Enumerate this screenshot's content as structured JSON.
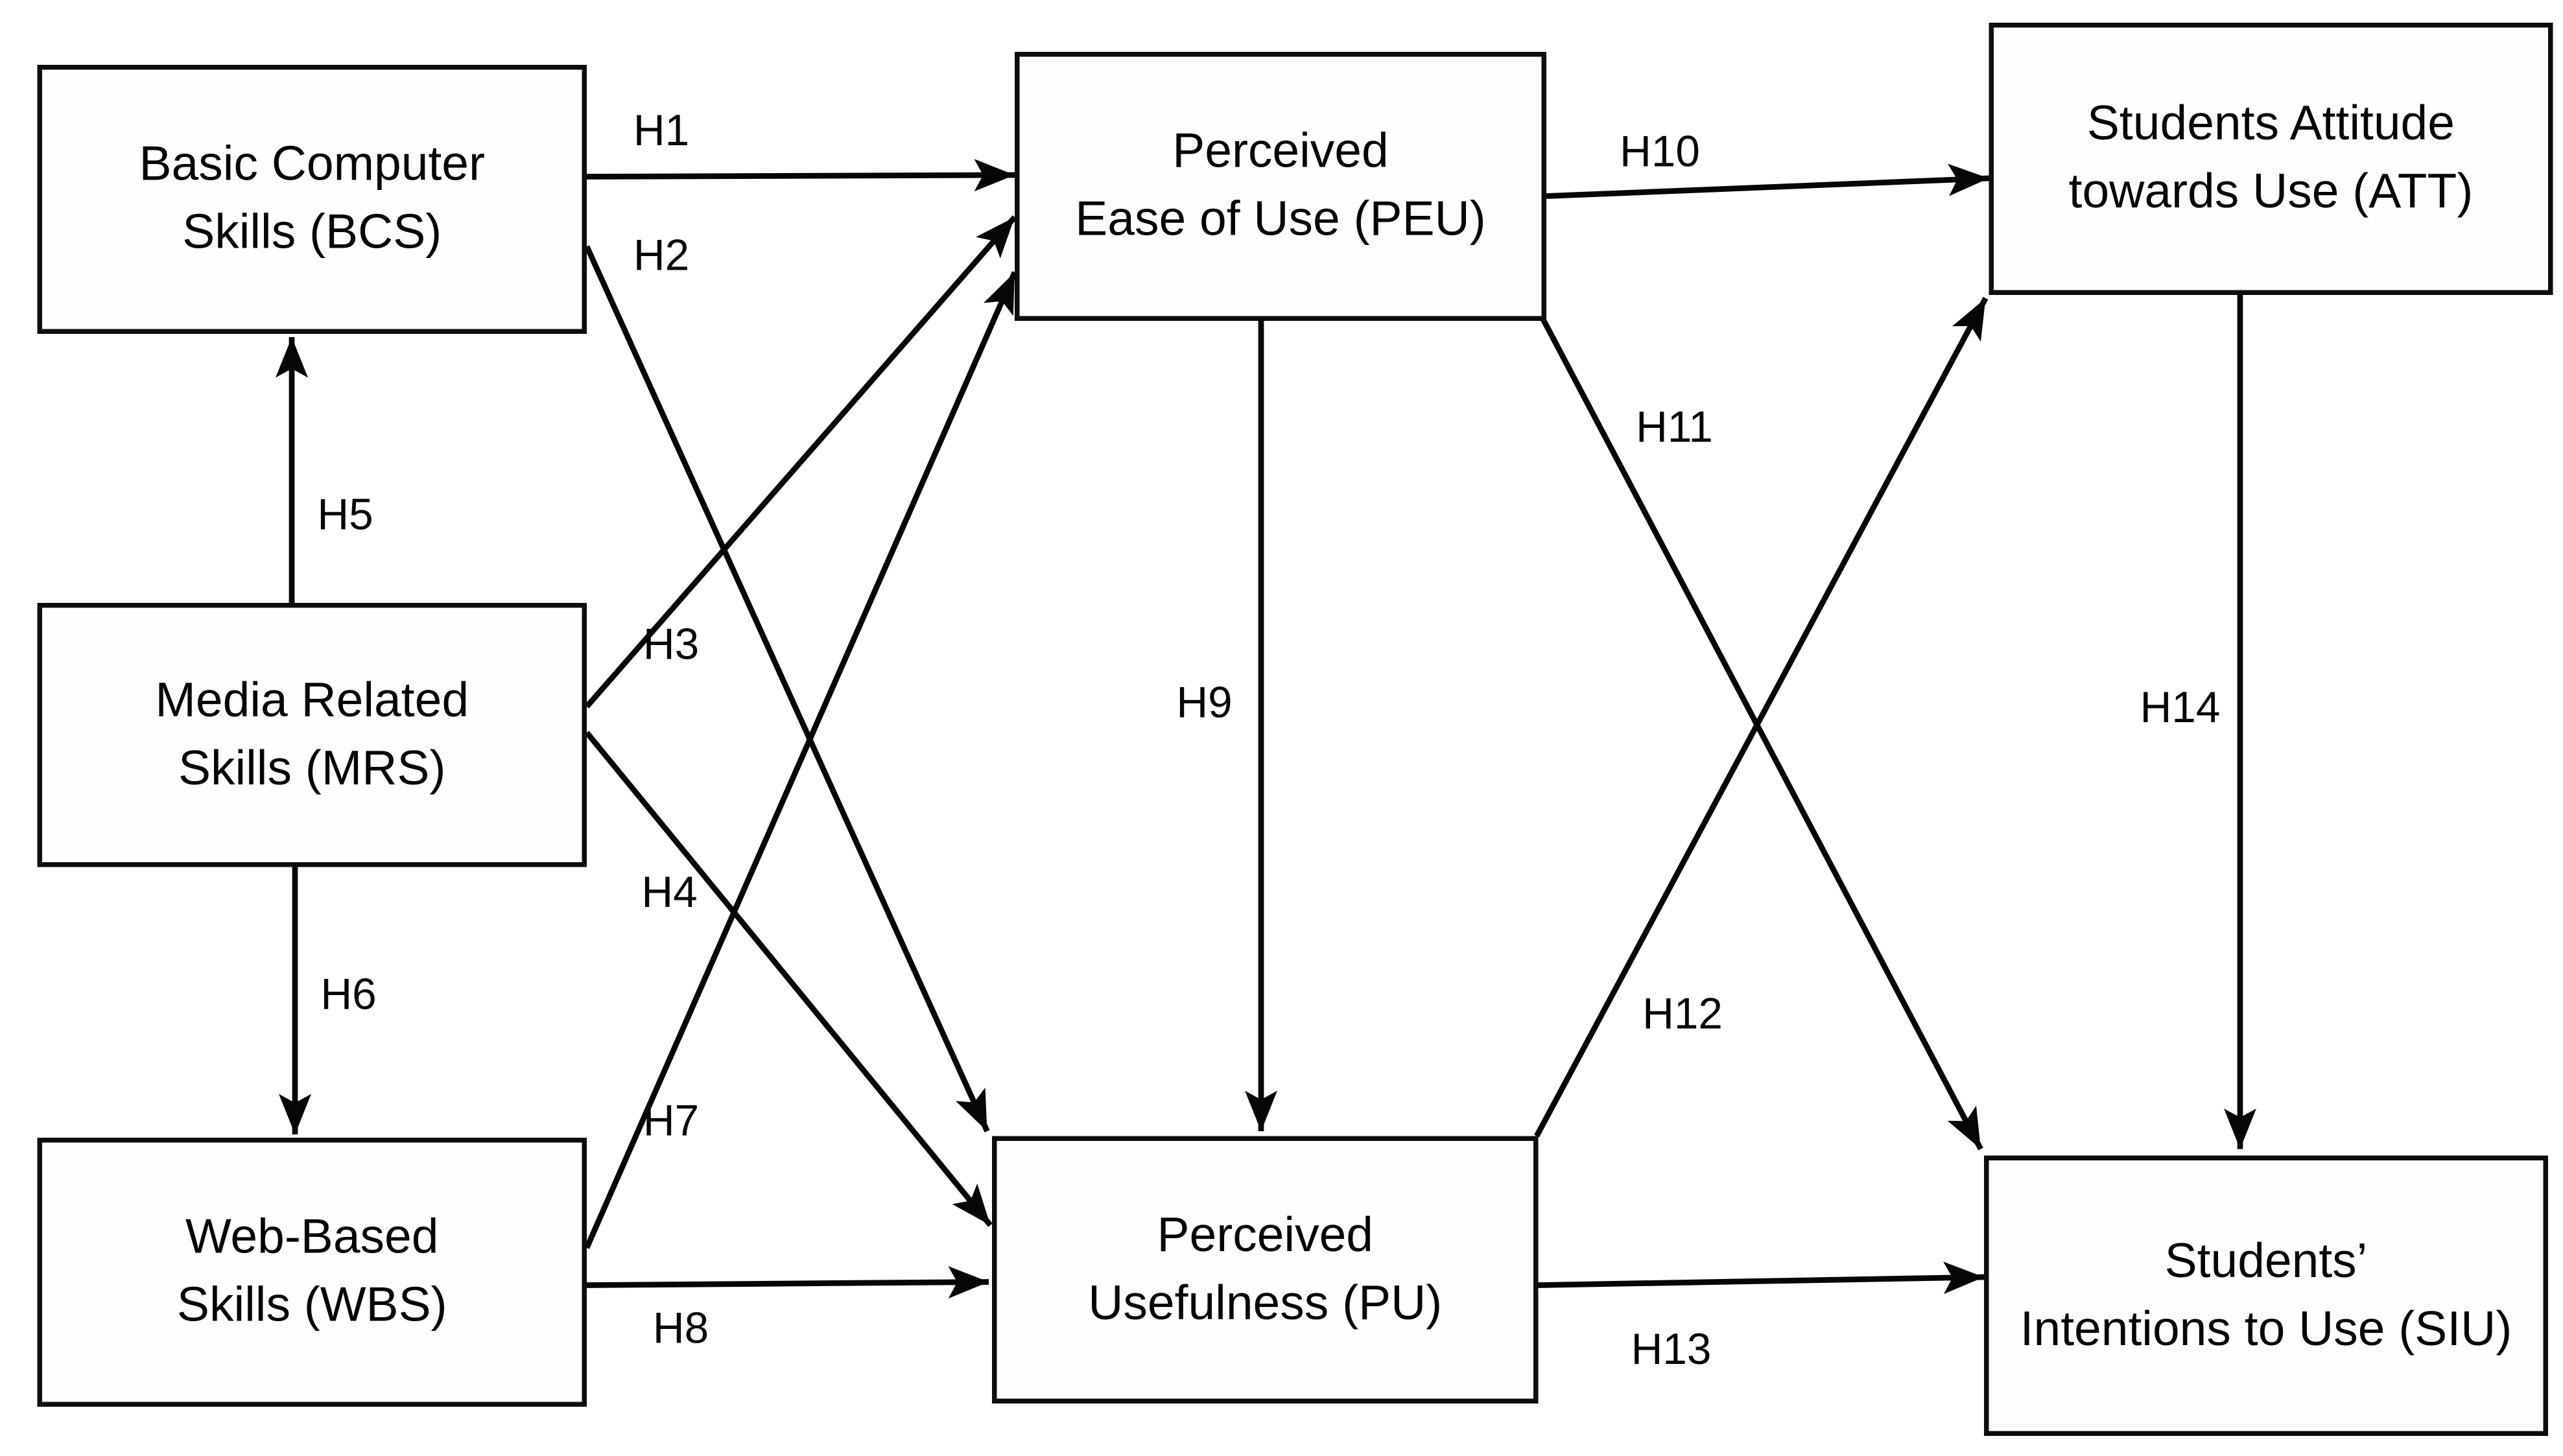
{
  "page": {
    "type": "path-model-diagram",
    "colors": {
      "ink": "#000000",
      "box_border": "#0d0d0d",
      "background": "#ffffff"
    }
  },
  "diagram": {
    "nodes": {
      "bcs": {
        "line1": "Basic Computer",
        "line2": "Skills (BCS)"
      },
      "mrs": {
        "line1": "Media Related",
        "line2": "Skills (MRS)"
      },
      "wbs": {
        "line1": "Web-Based",
        "line2": "Skills (WBS)"
      },
      "peu": {
        "line1": "Perceived",
        "line2": "Ease of Use (PEU)"
      },
      "pu": {
        "line1": "Perceived",
        "line2": "Usefulness (PU)"
      },
      "att": {
        "line1": "Students Attitude",
        "line2": "towards Use (ATT)"
      },
      "siu": {
        "line1": "Students’",
        "line2": "Intentions to Use (SIU)"
      }
    },
    "edges": {
      "h1": {
        "label": "H1",
        "from": "BCS",
        "to": "PEU"
      },
      "h2": {
        "label": "H2",
        "from": "BCS",
        "to": "PU"
      },
      "h3": {
        "label": "H3",
        "from": "MRS",
        "to": "PEU"
      },
      "h4": {
        "label": "H4",
        "from": "MRS",
        "to": "PU"
      },
      "h5": {
        "label": "H5",
        "from": "MRS",
        "to": "BCS"
      },
      "h6": {
        "label": "H6",
        "from": "MRS",
        "to": "WBS"
      },
      "h7": {
        "label": "H7",
        "from": "WBS",
        "to": "PEU"
      },
      "h8": {
        "label": "H8",
        "from": "WBS",
        "to": "PU"
      },
      "h9": {
        "label": "H9",
        "from": "PEU",
        "to": "PU"
      },
      "h10": {
        "label": "H10",
        "from": "PEU",
        "to": "ATT"
      },
      "h11": {
        "label": "H11",
        "from": "PEU",
        "to": "SIU"
      },
      "h12": {
        "label": "H12",
        "from": "PU",
        "to": "ATT"
      },
      "h13": {
        "label": "H13",
        "from": "PU",
        "to": "SIU"
      },
      "h14": {
        "label": "H14",
        "from": "ATT",
        "to": "SIU"
      }
    }
  }
}
